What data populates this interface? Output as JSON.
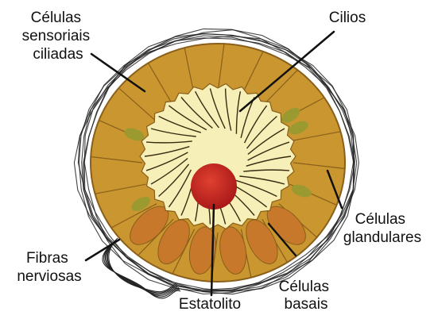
{
  "labels": {
    "sensory_cells": [
      "Células",
      "sensoriais",
      "ciliadas"
    ],
    "cilia": [
      "Cilios"
    ],
    "gland_cells": [
      "Células",
      "glandulares"
    ],
    "nerve_fibers": [
      "Fibras",
      "nerviosas"
    ],
    "statolith": [
      "Estatolito"
    ],
    "basal_cells": [
      "Células",
      "basais"
    ]
  },
  "colors": {
    "cell_ring": "#c99630",
    "cell_outline": "#8a5f1a",
    "lumen": "#f6f0b8",
    "cilia": "#3a2a12",
    "gland": "#9a9a30",
    "basal": "#c8782a",
    "statolith_center": "#e04030",
    "statolith_edge": "#a81818",
    "nerve": "#222222"
  }
}
